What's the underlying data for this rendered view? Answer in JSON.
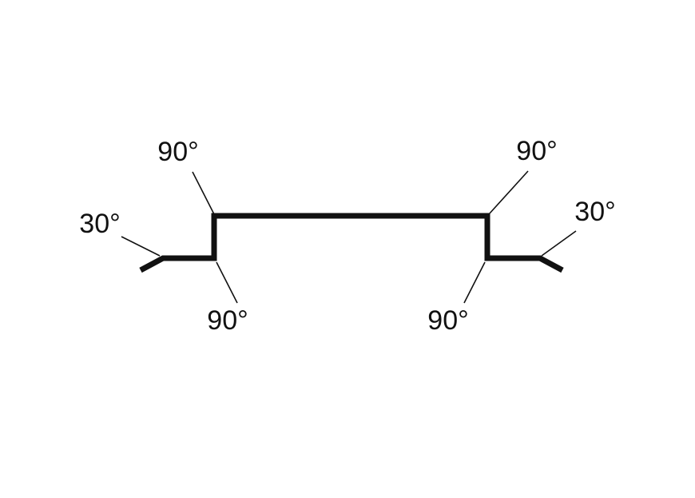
{
  "figure": {
    "type": "bend-profile-diagram",
    "description": "Profile with four 90-degree bends and two 30-degree end bends",
    "labels": {
      "top_left": "90°",
      "top_right": "90°",
      "outer_left": "30°",
      "outer_right": "30°",
      "bottom_left": "90°",
      "bottom_right": "90°"
    },
    "colors": {
      "stroke": "#111111",
      "background": "#ffffff"
    }
  }
}
